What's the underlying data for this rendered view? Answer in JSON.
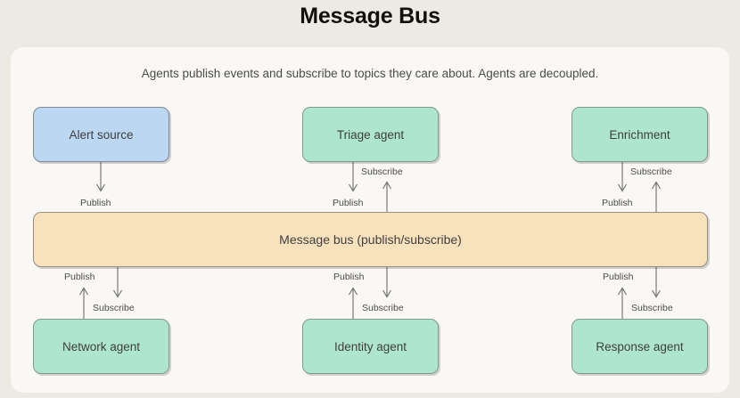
{
  "page": {
    "title": "Message Bus",
    "background_color": "#edeae4",
    "card_background_color": "#faf8f5"
  },
  "card": {
    "subtitle": "Agents publish events and subscribe to topics they care about. Agents are decoupled."
  },
  "diagram": {
    "type": "publish-subscribe-message-bus",
    "colors": {
      "source_fill": "#bbd7f2",
      "agent_fill": "#aee5cf",
      "bus_fill": "#f8e2bd",
      "border": "#8a8a8a",
      "text": "#3f3f3f",
      "edge": "#6e6e6e"
    },
    "bus": {
      "label": "Message bus (publish/subscribe)"
    },
    "top_nodes": [
      {
        "id": "alert-source",
        "label": "Alert source",
        "kind": "source",
        "fill": "#bbd7f2",
        "edges": [
          {
            "label": "Publish",
            "direction": "to-bus"
          }
        ]
      },
      {
        "id": "triage-agent",
        "label": "Triage agent",
        "kind": "agent",
        "fill": "#aee5cf",
        "edges": [
          {
            "label": "Publish",
            "direction": "to-bus"
          },
          {
            "label": "Subscribe",
            "direction": "from-bus"
          }
        ]
      },
      {
        "id": "enrichment",
        "label": "Enrichment",
        "kind": "agent",
        "fill": "#aee5cf",
        "edges": [
          {
            "label": "Publish",
            "direction": "to-bus"
          },
          {
            "label": "Subscribe",
            "direction": "from-bus"
          }
        ]
      }
    ],
    "bottom_nodes": [
      {
        "id": "network-agent",
        "label": "Network agent",
        "kind": "agent",
        "fill": "#aee5cf",
        "edges": [
          {
            "label": "Publish",
            "direction": "to-bus"
          },
          {
            "label": "Subscribe",
            "direction": "from-bus"
          }
        ]
      },
      {
        "id": "identity-agent",
        "label": "Identity agent",
        "kind": "agent",
        "fill": "#aee5cf",
        "edges": [
          {
            "label": "Publish",
            "direction": "to-bus"
          },
          {
            "label": "Subscribe",
            "direction": "from-bus"
          }
        ]
      },
      {
        "id": "response-agent",
        "label": "Response agent",
        "kind": "agent",
        "fill": "#aee5cf",
        "edges": [
          {
            "label": "Publish",
            "direction": "to-bus"
          },
          {
            "label": "Subscribe",
            "direction": "from-bus"
          }
        ]
      }
    ]
  }
}
